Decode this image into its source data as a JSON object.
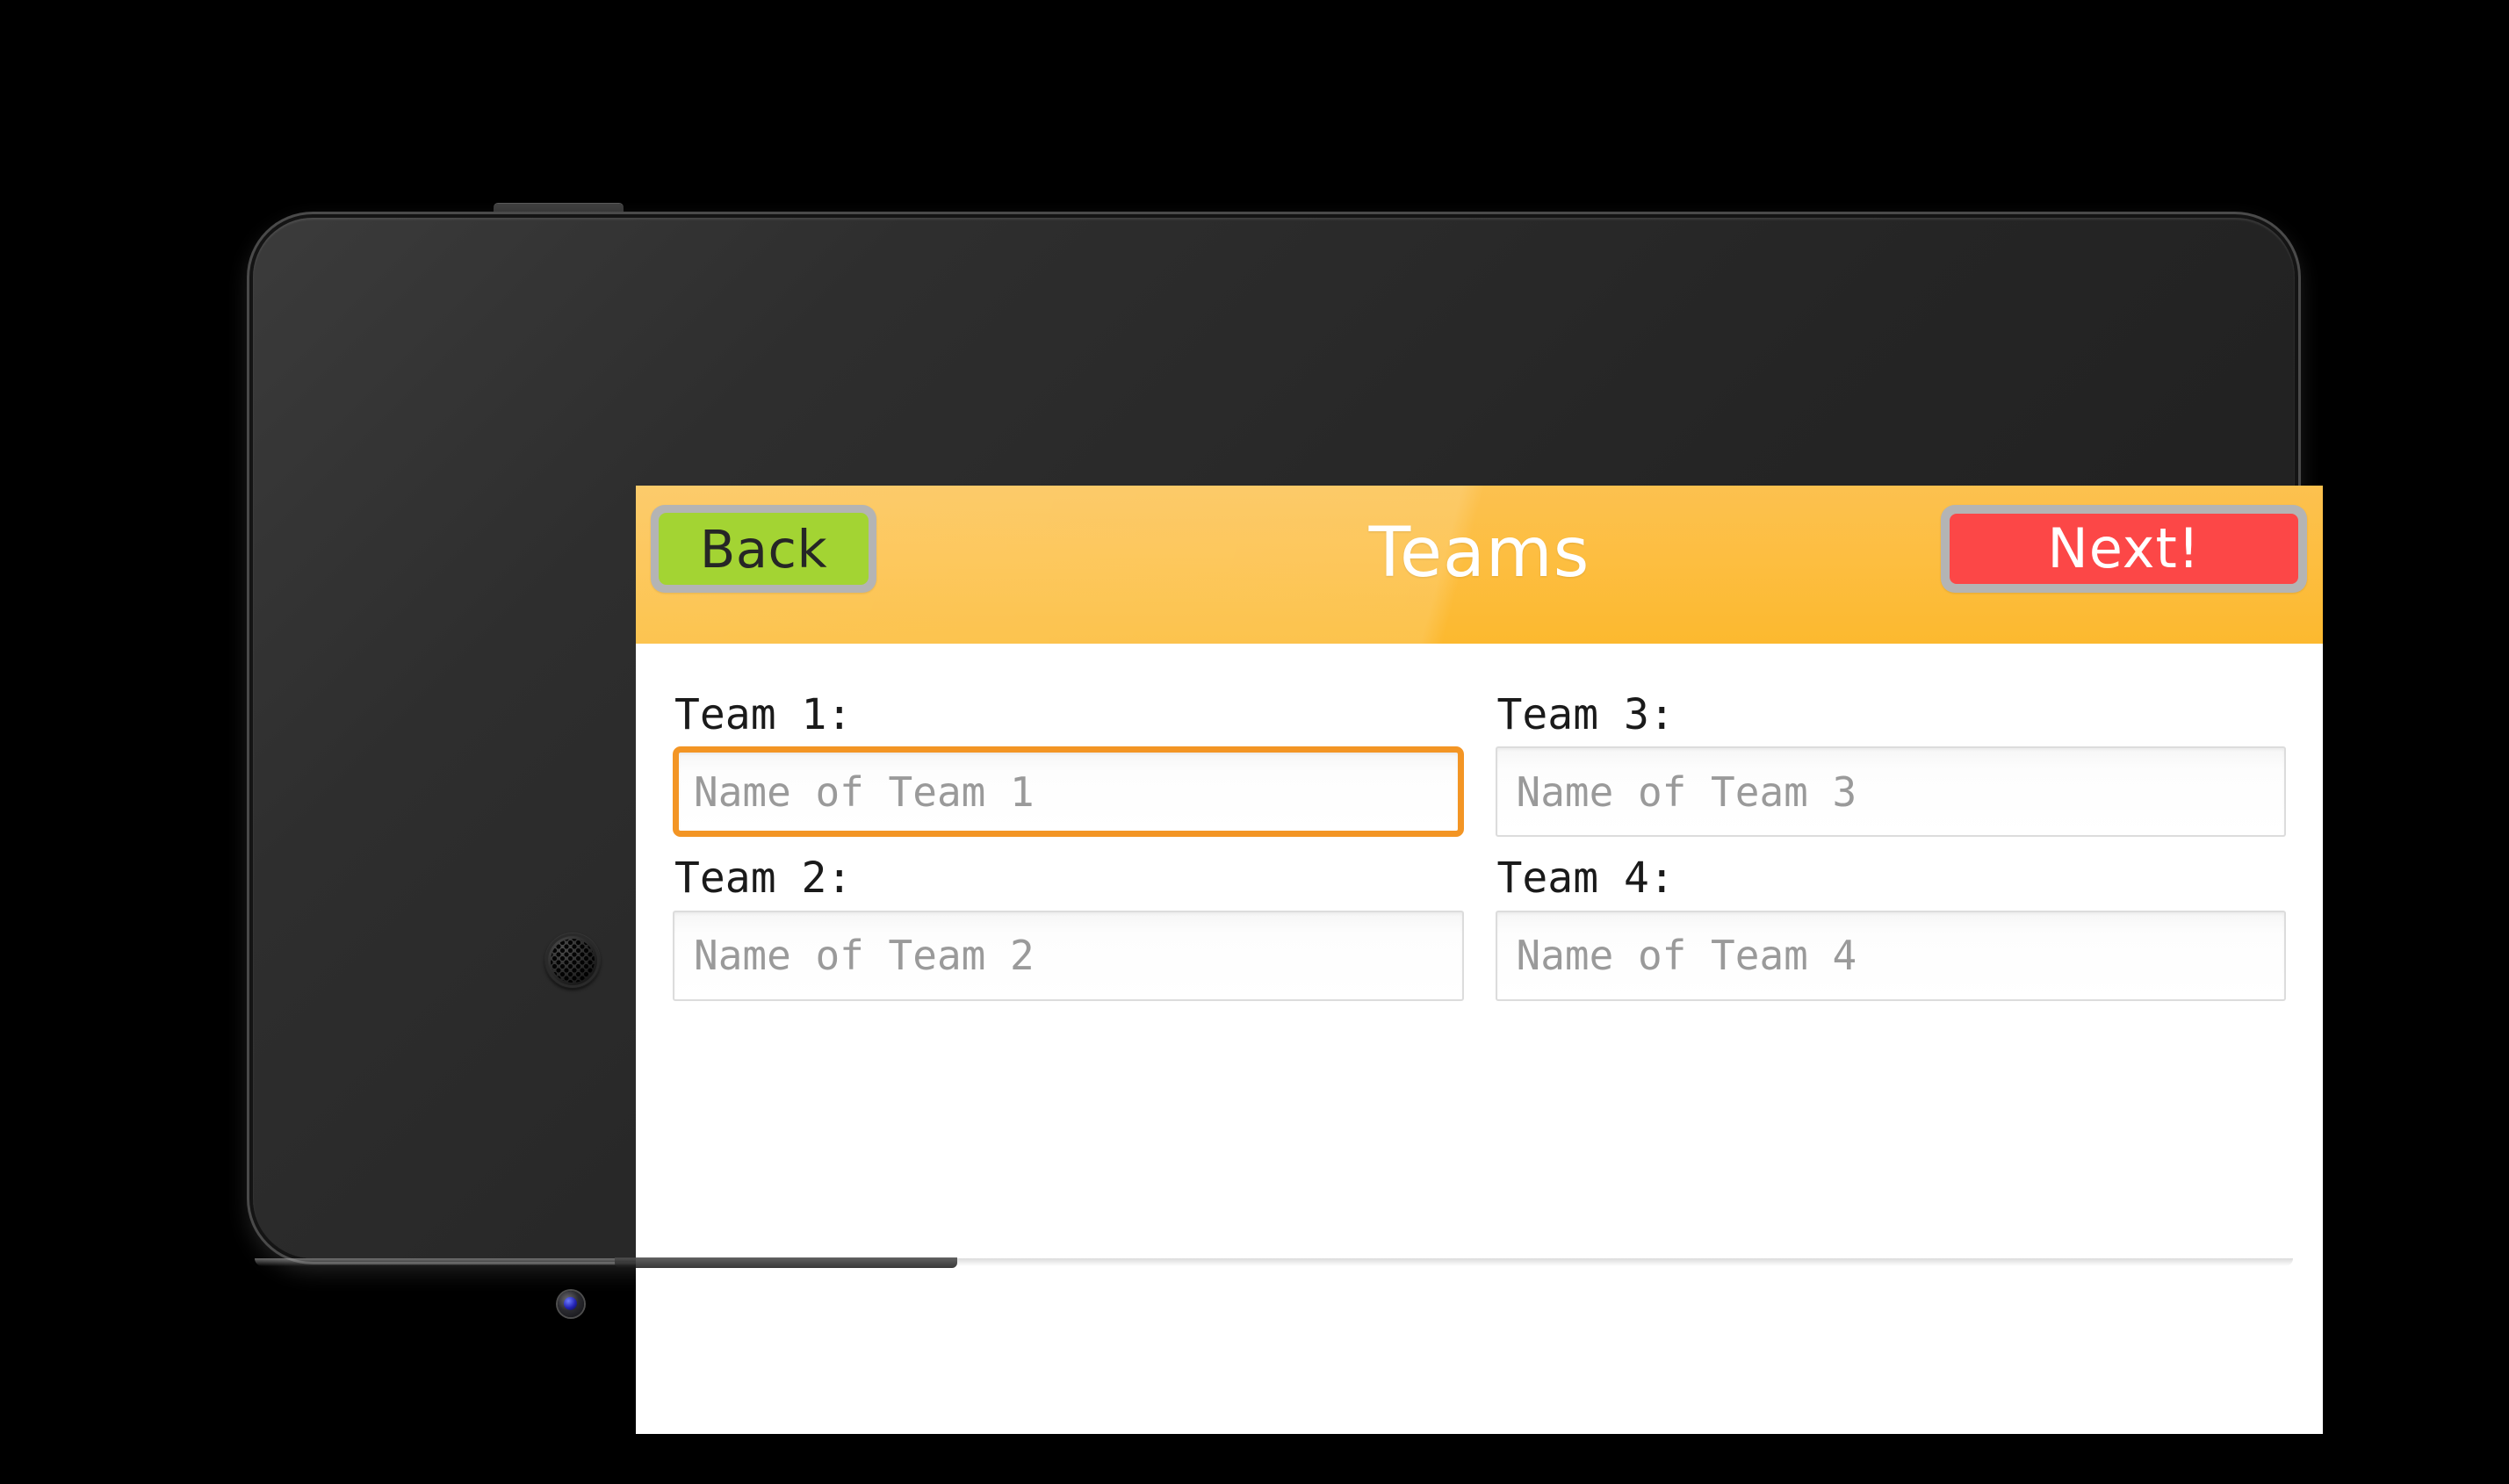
{
  "device": {
    "kind": "android-phone-landscape",
    "bezel_parts": [
      "speaker-grille",
      "camera-lens",
      "top-nub",
      "bottom-ledge"
    ]
  },
  "colors": {
    "page_background": "#000000",
    "top_bar_start": "#fcc14f",
    "top_bar_end": "#fcb92f",
    "back_button_fill": "#a3d433",
    "next_button_fill": "#fc4747",
    "button_bevel": "#b4b4b4",
    "title_text": "#ffffff",
    "focus_border": "#f39524",
    "input_border": "#dcdcdc",
    "placeholder_text": "#9a9a9a",
    "label_text": "#1a1a1a",
    "screen_background": "#ffffff"
  },
  "top_bar": {
    "back_label": "Back",
    "title": "Teams",
    "next_label": "Next!"
  },
  "content": {
    "fields": [
      {
        "label": "Team 1:",
        "placeholder": "Name of Team 1",
        "value": "",
        "focused": true,
        "column": "left"
      },
      {
        "label": "Team 3:",
        "placeholder": "Name of Team 3",
        "value": "",
        "focused": false,
        "column": "right"
      },
      {
        "label": "Team 2:",
        "placeholder": "Name of Team 2",
        "value": "",
        "focused": false,
        "column": "left"
      },
      {
        "label": "Team 4:",
        "placeholder": "Name of Team 4",
        "value": "",
        "focused": false,
        "column": "right"
      }
    ]
  }
}
